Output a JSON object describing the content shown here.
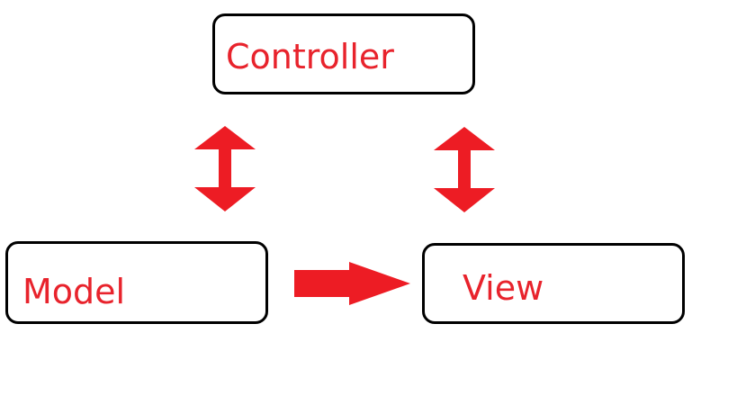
{
  "diagram": {
    "nodes": {
      "controller": {
        "label": "Controller"
      },
      "model": {
        "label": "Model"
      },
      "view": {
        "label": "View"
      }
    },
    "edges": [
      {
        "from": "controller",
        "to": "model",
        "direction": "bidirectional"
      },
      {
        "from": "controller",
        "to": "view",
        "direction": "bidirectional"
      },
      {
        "from": "model",
        "to": "view",
        "direction": "one-way"
      }
    ]
  },
  "colors": {
    "label": "#e8232c",
    "arrow": "#ed1c24",
    "border": "#000000",
    "background": "#ffffff"
  }
}
